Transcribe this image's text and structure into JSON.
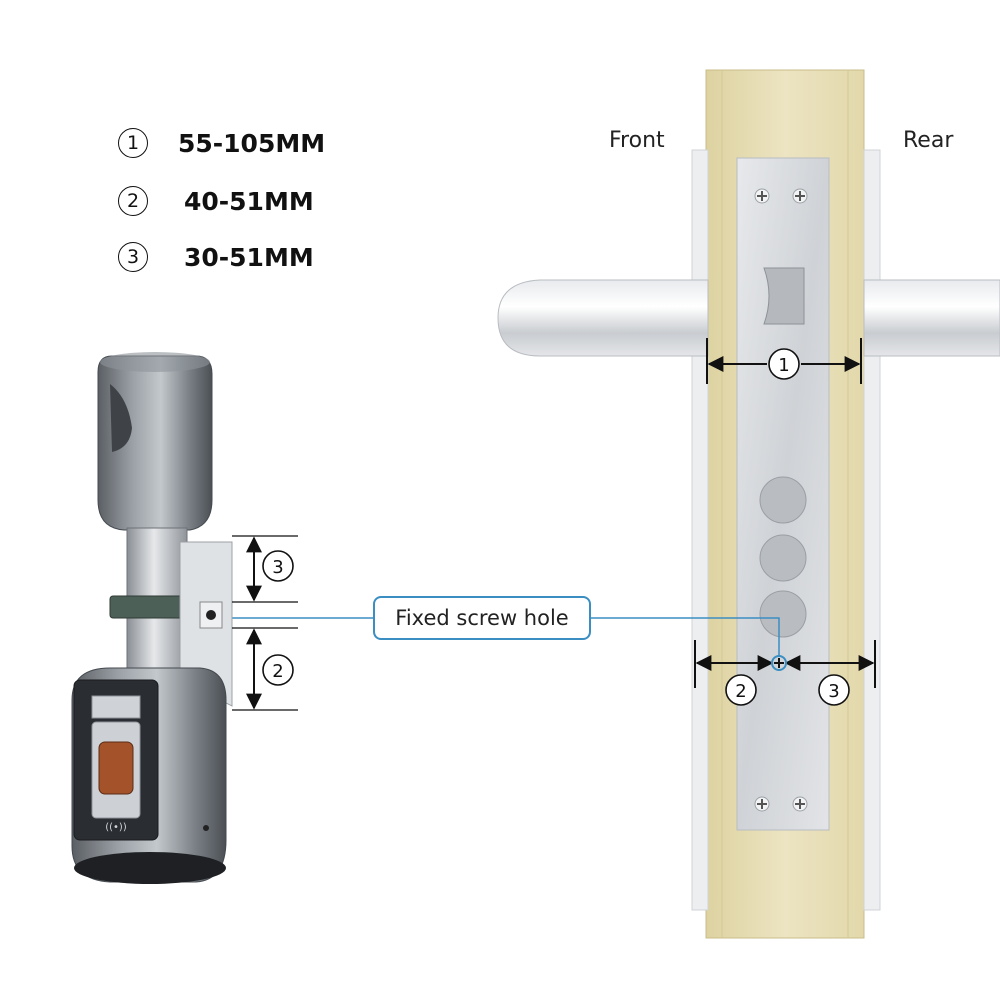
{
  "specs": [
    {
      "marker": "1",
      "value": "55-105MM"
    },
    {
      "marker": "2",
      "value": "40-51MM"
    },
    {
      "marker": "3",
      "value": "30-51MM"
    }
  ],
  "labels": {
    "front": "Front",
    "rear": "Rear",
    "fixed_screw_hole": "Fixed screw hole"
  },
  "markers": {
    "door_thickness": "1",
    "front_to_screw": "2",
    "screw_to_rear": "3"
  },
  "colors": {
    "callout_line": "#3b8ec2",
    "wood": "#e9e0b8",
    "metal": "#c7cbd0"
  }
}
